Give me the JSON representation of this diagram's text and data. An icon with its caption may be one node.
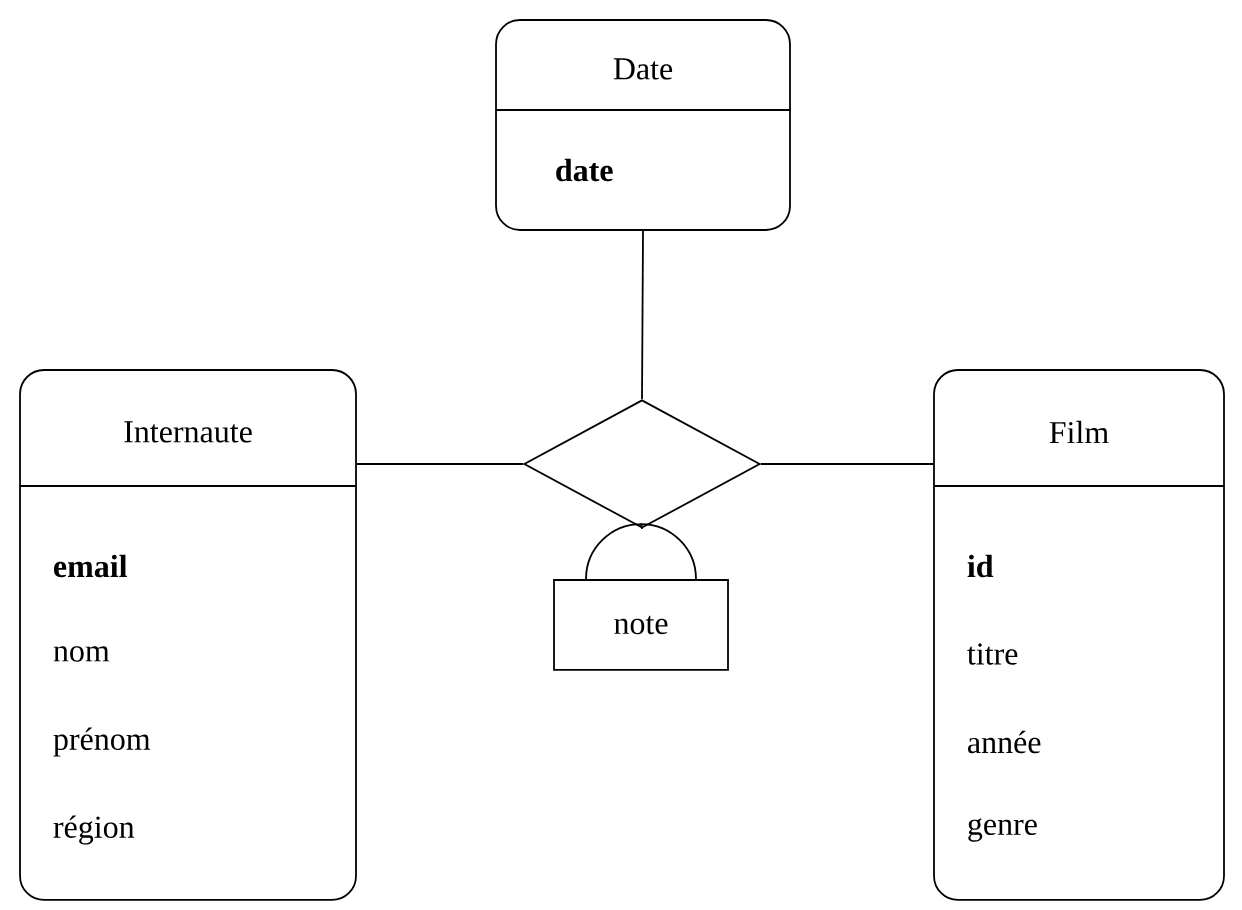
{
  "diagram": {
    "nodes": [
      {
        "text": [
          "Date",
          "date"
        ]
      },
      {
        "text": [
          "Internaute",
          "email",
          "nom",
          "prénom",
          "région"
        ]
      },
      {
        "text": [],
        "shape": "diamond"
      },
      {
        "text": [
          "note"
        ]
      },
      {
        "text": [
          "Film",
          "id",
          "titre",
          "année",
          "genre"
        ]
      }
    ],
    "edges": [
      {
        "from": 0,
        "to": 2,
        "arrow": "none"
      },
      {
        "from": 1,
        "to": 2,
        "arrow": "none"
      },
      {
        "from": 4,
        "to": 2,
        "arrow": "none"
      },
      {
        "from": 3,
        "to": 2,
        "arrow": "none"
      }
    ]
  }
}
